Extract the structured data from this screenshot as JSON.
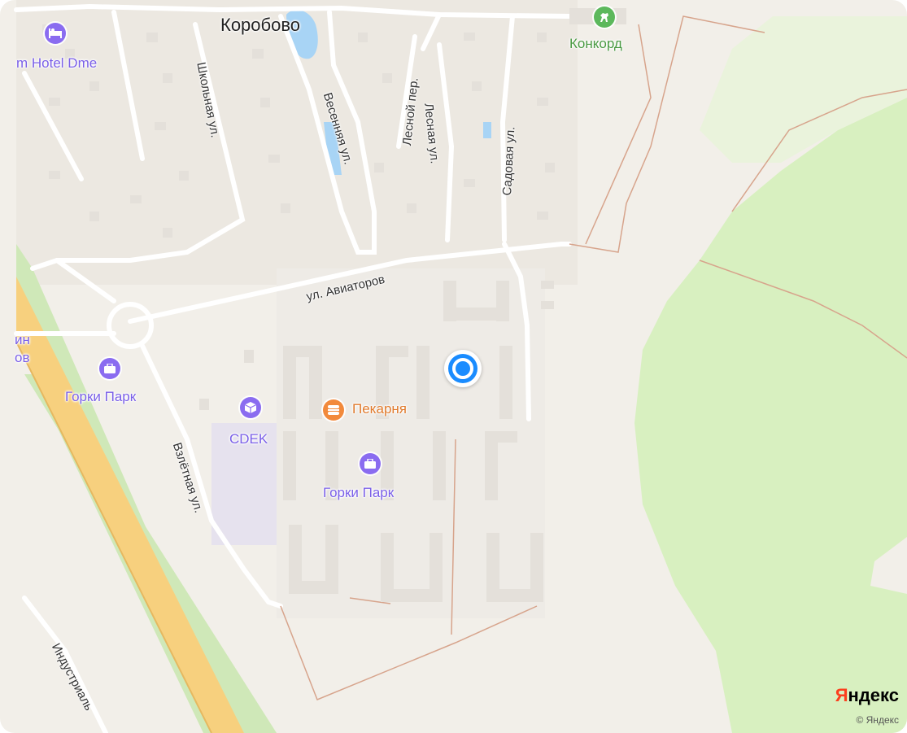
{
  "colors": {
    "background": "#f2efe9",
    "forest": "#d8f0c0",
    "highway": "#f7d07e",
    "road": "#ffffff",
    "building": "#e4e0da",
    "water": "#a8d4f5",
    "path": "#d7a48c",
    "accent_blue": "#1a8cff",
    "poi_purple": "#8a6cf0",
    "poi_orange": "#f28a3c",
    "poi_green": "#5cb85c"
  },
  "map": {
    "place": {
      "name": "Коробово"
    },
    "streets": {
      "shkolnaya": "Школьная ул.",
      "vesennyaya": "Весенняя ул.",
      "lesnoy_per": "Лесной пер.",
      "lesnaya": "Лесная ул.",
      "sadovaya": "Садовая ул.",
      "aviatorov": "ул. Авиаторов",
      "vzletnaya": "Взлётная ул.",
      "industrialnaya": "Индустриаль"
    },
    "pois": {
      "hotel": {
        "label": "m Hotel Dme",
        "icon": "hotel-icon"
      },
      "konkord": {
        "label": "Конкорд",
        "icon": "horse-riding-icon"
      },
      "gorki_park_1": {
        "label": "Горки Парк",
        "icon": "business-center-icon"
      },
      "cdek": {
        "label": "CDEK",
        "icon": "parcel-icon"
      },
      "bakery": {
        "label": "Пекарня",
        "icon": "bakery-icon"
      },
      "gorki_park_2": {
        "label": "Горки Парк",
        "icon": "business-center-icon"
      },
      "edge_fragment_top": "ин",
      "edge_fragment_bottom": "ов"
    },
    "location_marker": {
      "icon": "current-location-icon"
    }
  },
  "attribution": {
    "logo_first_letter": "Я",
    "logo_rest": "ндекс",
    "copyright": "© Яндекс"
  }
}
